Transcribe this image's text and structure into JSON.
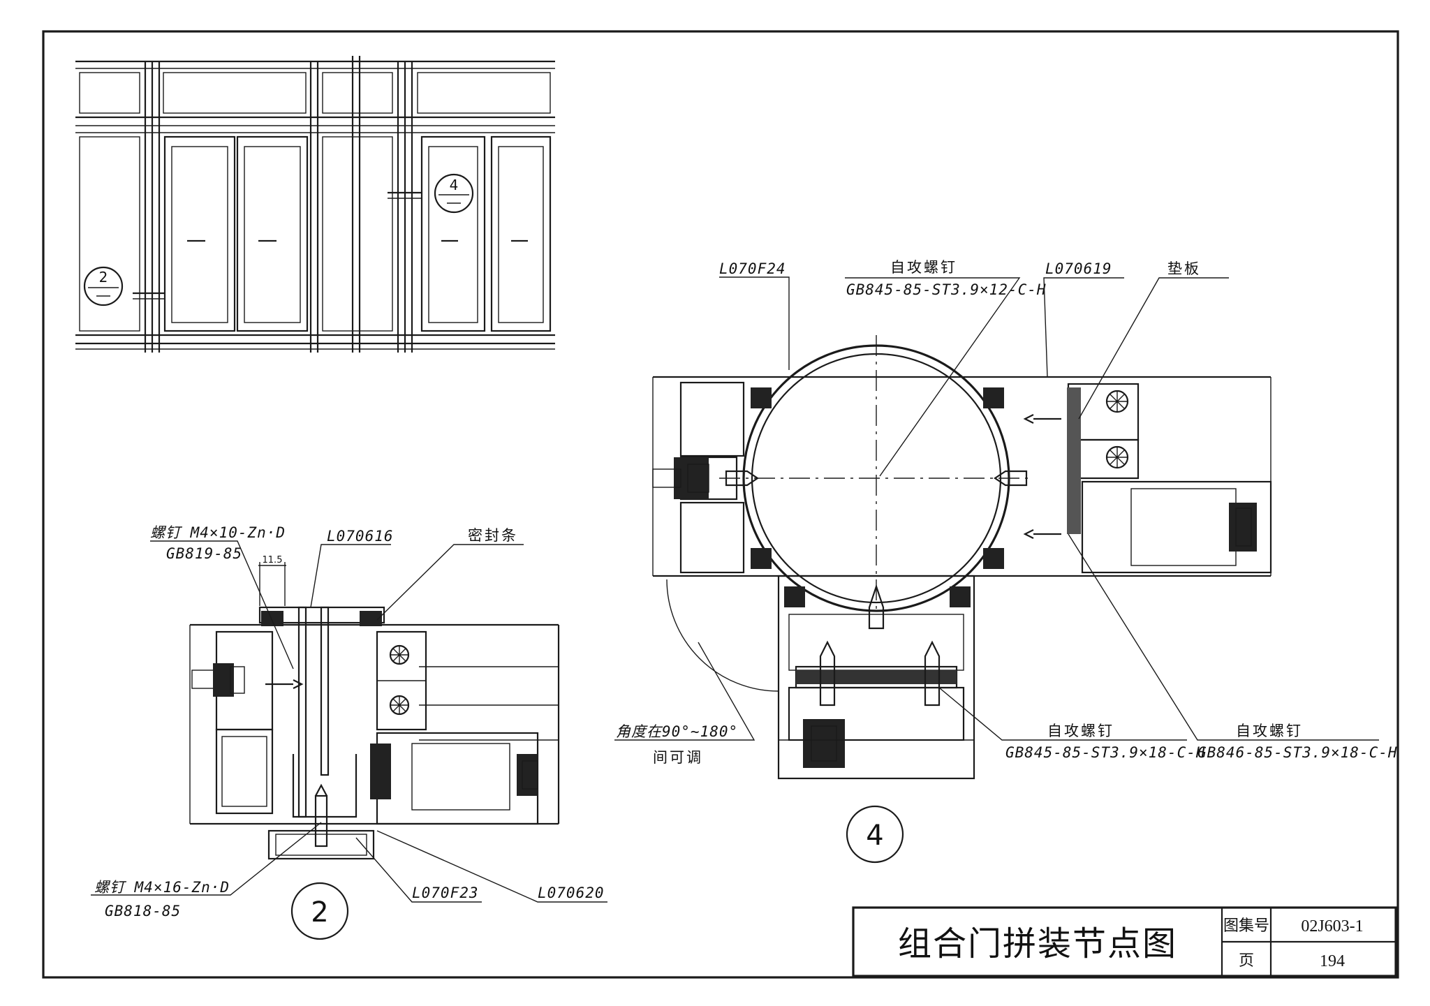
{
  "title_block": {
    "title": "组合门拼装节点图",
    "atlas_label": "图集号",
    "atlas_no": "02J603-1",
    "page_label": "页",
    "page_no": "194"
  },
  "elevation": {
    "callout_2_num": "2",
    "callout_4_num": "4"
  },
  "detail_2": {
    "number": "2",
    "screw_top_line1": "螺钉 M4×10-Zn·D",
    "screw_top_line2": "GB819-85",
    "dim_value": "11.5",
    "profile_top": "L070616",
    "seal_label": "密封条",
    "screw_bottom_line1": "螺钉 M4×16-Zn·D",
    "screw_bottom_line2": "GB818-85",
    "profile_bottom_mid": "L070F23",
    "profile_bottom_right": "L070620"
  },
  "detail_4": {
    "number": "4",
    "profile_left": "L070F24",
    "screw_top_line1": "自攻螺钉",
    "screw_top_line2": "GB845-85-ST3.9×12-C-H",
    "profile_right": "L070619",
    "pad_label": "垫板",
    "angle_line1": "角度在90°~180°",
    "angle_line2": "间可调",
    "screw_mid_line1": "自攻螺钉",
    "screw_mid_line2": "GB845-85-ST3.9×18-C-H",
    "screw_right_line1": "自攻螺钉",
    "screw_right_line2": "GB846-85-ST3.9×18-C-H"
  }
}
